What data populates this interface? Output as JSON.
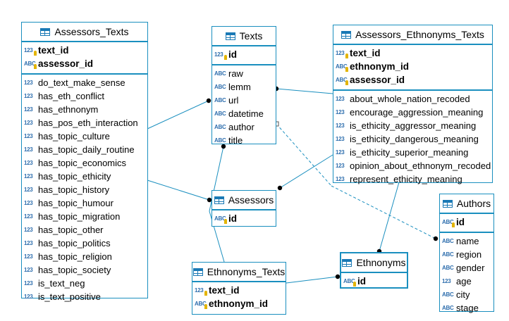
{
  "entities": {
    "assessors_texts": {
      "title": "Assessors_Texts",
      "keys": [
        {
          "name": "text_id",
          "type": "123"
        },
        {
          "name": "assessor_id",
          "type": "ABC"
        }
      ],
      "columns": [
        {
          "name": "do_text_make_sense",
          "type": "123"
        },
        {
          "name": "has_eth_conflict",
          "type": "123"
        },
        {
          "name": "has_ethnonym",
          "type": "123"
        },
        {
          "name": "has_pos_eth_interaction",
          "type": "123"
        },
        {
          "name": "has_topic_culture",
          "type": "123"
        },
        {
          "name": "has_topic_daily_routine",
          "type": "123"
        },
        {
          "name": "has_topic_economics",
          "type": "123"
        },
        {
          "name": "has_topic_ethicity",
          "type": "123"
        },
        {
          "name": "has_topic_history",
          "type": "123"
        },
        {
          "name": "has_topic_humour",
          "type": "123"
        },
        {
          "name": "has_topic_migration",
          "type": "123"
        },
        {
          "name": "has_topic_other",
          "type": "123"
        },
        {
          "name": "has_topic_politics",
          "type": "123"
        },
        {
          "name": "has_topic_religion",
          "type": "123"
        },
        {
          "name": "has_topic_society",
          "type": "123"
        },
        {
          "name": "is_text_neg",
          "type": "123"
        },
        {
          "name": "is_text_positive",
          "type": "123"
        }
      ]
    },
    "texts": {
      "title": "Texts",
      "keys": [
        {
          "name": "id",
          "type": "123"
        }
      ],
      "columns": [
        {
          "name": "raw",
          "type": "ABC"
        },
        {
          "name": "lemm",
          "type": "ABC"
        },
        {
          "name": "url",
          "type": "ABC"
        },
        {
          "name": "datetime",
          "type": "ABC"
        },
        {
          "name": "author",
          "type": "ABC"
        },
        {
          "name": "title",
          "type": "ABC"
        }
      ]
    },
    "assessors_ethnonyms_texts": {
      "title": "Assessors_Ethnonyms_Texts",
      "keys": [
        {
          "name": "text_id",
          "type": "123"
        },
        {
          "name": "ethnonym_id",
          "type": "ABC"
        },
        {
          "name": "assessor_id",
          "type": "ABC"
        }
      ],
      "columns": [
        {
          "name": "about_whole_nation_recoded",
          "type": "123"
        },
        {
          "name": "encourage_aggression_meaning",
          "type": "123"
        },
        {
          "name": "is_ethicity_aggressor_meaning",
          "type": "123"
        },
        {
          "name": "is_ethicity_dangerous_meaning",
          "type": "123"
        },
        {
          "name": "is_ethicity_superior_meaning",
          "type": "123"
        },
        {
          "name": "opinion_about_ethnonym_recoded",
          "type": "123"
        },
        {
          "name": "represent_ethicity_meaning",
          "type": "123"
        }
      ]
    },
    "assessors": {
      "title": "Assessors",
      "keys": [
        {
          "name": "id",
          "type": "ABC"
        }
      ],
      "columns": []
    },
    "authors": {
      "title": "Authors",
      "keys": [
        {
          "name": "id",
          "type": "ABC"
        }
      ],
      "columns": [
        {
          "name": "name",
          "type": "ABC"
        },
        {
          "name": "region",
          "type": "ABC"
        },
        {
          "name": "gender",
          "type": "ABC"
        },
        {
          "name": "age",
          "type": "123"
        },
        {
          "name": "city",
          "type": "ABC"
        },
        {
          "name": "stage",
          "type": "ABC"
        }
      ]
    },
    "ethnonyms_texts": {
      "title": "Ethnonyms_Texts",
      "keys": [
        {
          "name": "text_id",
          "type": "123"
        },
        {
          "name": "ethnonym_id",
          "type": "ABC"
        }
      ],
      "columns": []
    },
    "ethnonyms": {
      "title": "Ethnonyms",
      "keys": [
        {
          "name": "id",
          "type": "ABC"
        }
      ],
      "columns": []
    }
  },
  "colors": {
    "border": "#1a8fbf",
    "line": "#1a8fbf",
    "type_icon": "#2f6fae",
    "key_icon": "#e3b400"
  }
}
